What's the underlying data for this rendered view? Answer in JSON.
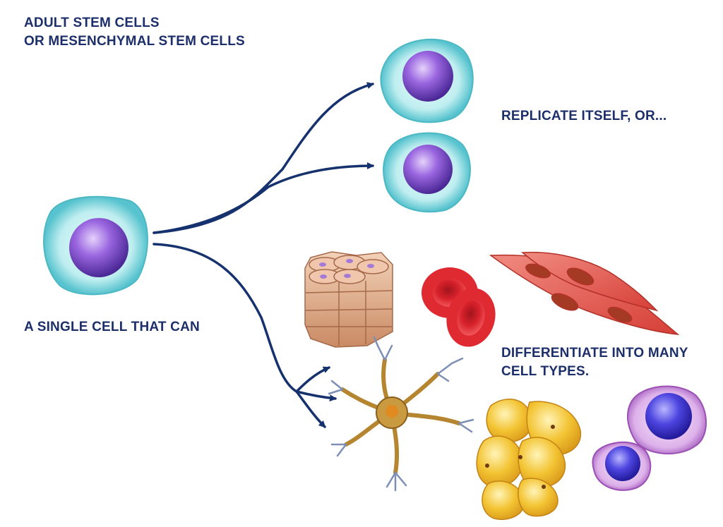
{
  "title": {
    "line1": "ADULT STEM CELLS",
    "line2": "OR MESENCHYMAL STEM CELLS"
  },
  "single_cell_label": "A SINGLE CELL THAT CAN",
  "replicate_label": "REPLICATE ITSELF, OR...",
  "differentiate_label": {
    "line1": "DIFFERENTIATE INTO MANY",
    "line2": "CELL TYPES."
  },
  "colors": {
    "text": "#1c2f6b",
    "arrow": "#16326e",
    "stem_cytoplasm": "#bfeef0",
    "stem_nucleus": "#8a55d6",
    "red_blood_cell": "#d8222b",
    "muscle": "#e0574f",
    "neuron": "#b5852f",
    "fat": "#f3c433",
    "epithelial": "#d8a37f",
    "white_blood_cell": "#c98ad8"
  }
}
